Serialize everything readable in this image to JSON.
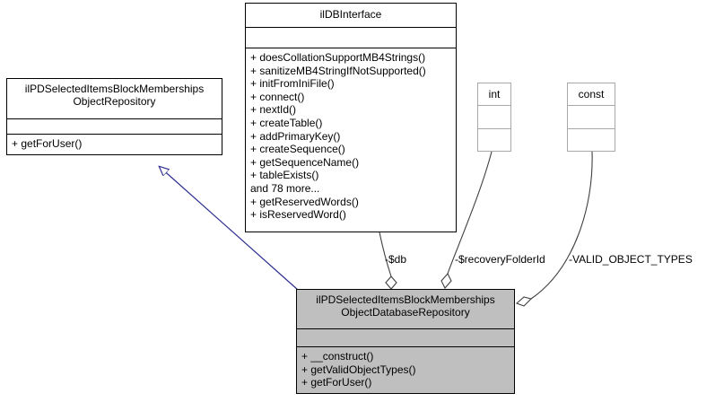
{
  "diagram": {
    "type": "uml-class-diagram",
    "background": "#ffffff",
    "inheritance_color": "#2e2e8f",
    "association_color": "#404040",
    "filled_class_color": "#bfbfbf"
  },
  "classes": {
    "interface_db": {
      "name": "ilDBInterface",
      "attributes": [],
      "operations": [
        "+ doesCollationSupportMB4Strings()",
        "+ sanitizeMB4StringIfNotSupported()",
        "+ initFromIniFile()",
        "+ connect()",
        "+ nextId()",
        "+ createTable()",
        "+ addPrimaryKey()",
        "+ createSequence()",
        "+ getSequenceName()",
        "+ tableExists()",
        "and 78 more...",
        "+ getReservedWords()",
        "+ isReservedWord()"
      ]
    },
    "object_repository": {
      "name_line1": "ilPDSelectedItemsBlockMemberships",
      "name_line2": "ObjectRepository",
      "attributes": [],
      "operations": [
        "+ getForUser()"
      ]
    },
    "database_repository": {
      "name_line1": "ilPDSelectedItemsBlockMemberships",
      "name_line2": "ObjectDatabaseRepository",
      "attributes": [],
      "operations": [
        "+ __construct()",
        "+ getValidObjectTypes()",
        "+ getForUser()"
      ]
    },
    "type_int": {
      "name": "int",
      "attributes": [],
      "operations": []
    },
    "type_const": {
      "name": "const",
      "attributes": [],
      "operations": []
    }
  },
  "edges": [
    {
      "id": "inheritance",
      "kind": "generalization",
      "from": "database_repository",
      "to": "object_repository",
      "label": ""
    },
    {
      "id": "db-assoc",
      "kind": "aggregation",
      "from": "interface_db",
      "to": "database_repository",
      "label": "-$db"
    },
    {
      "id": "recovery-assoc",
      "kind": "aggregation",
      "from": "type_int",
      "to": "database_repository",
      "label": "-$recoveryFolderId"
    },
    {
      "id": "valid-types-assoc",
      "kind": "aggregation",
      "from": "type_const",
      "to": "database_repository",
      "label": "-VALID_OBJECT_TYPES"
    }
  ]
}
